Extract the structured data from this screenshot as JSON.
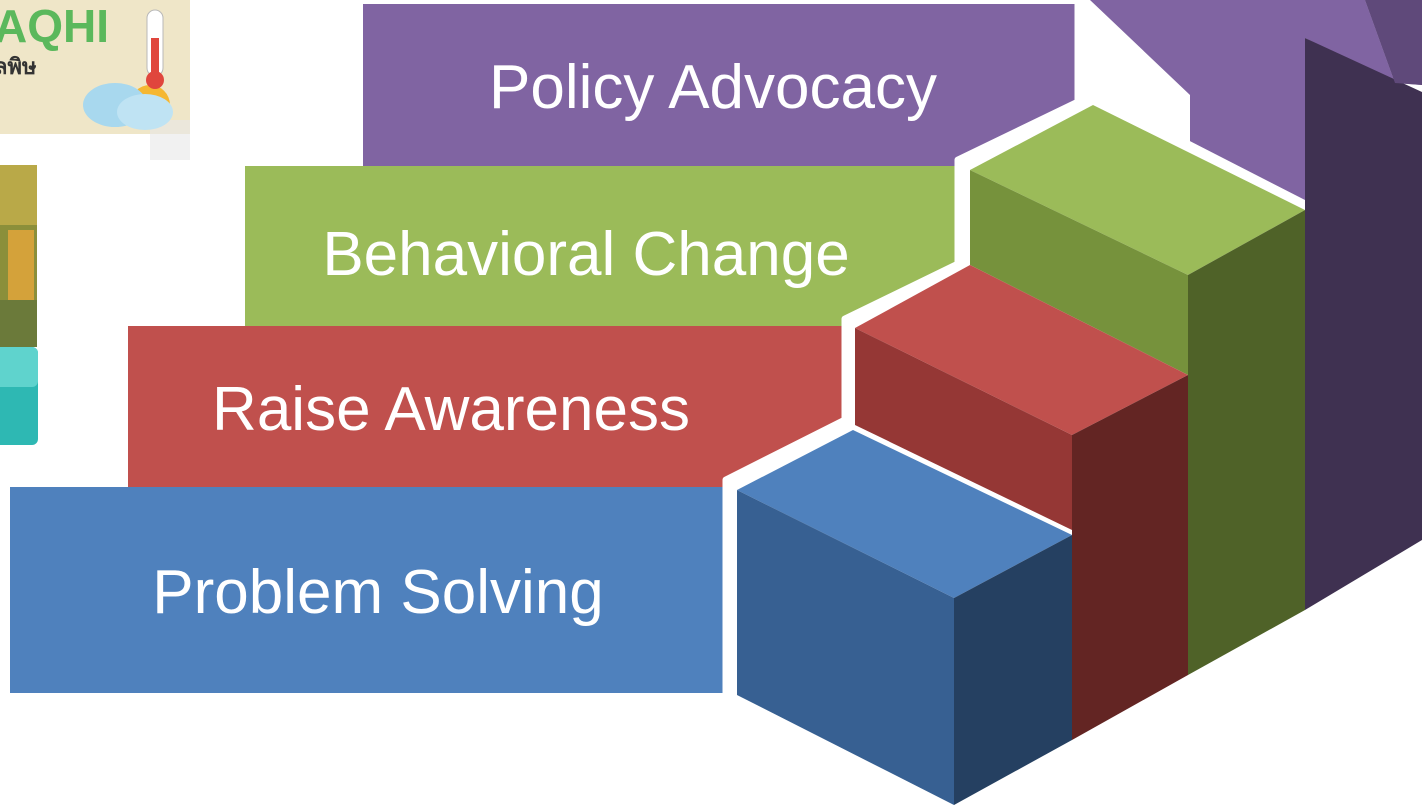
{
  "logo": {
    "brand": "AQHI",
    "subtitle": "ุลพิษ"
  },
  "steps": [
    {
      "label": "Policy Advocacy",
      "color": "#8064a2"
    },
    {
      "label": "Behavioral Change",
      "color": "#9bbb59"
    },
    {
      "label": "Raise Awareness",
      "color": "#c0504d"
    },
    {
      "label": "Problem Solving",
      "color": "#4f81bd"
    }
  ]
}
